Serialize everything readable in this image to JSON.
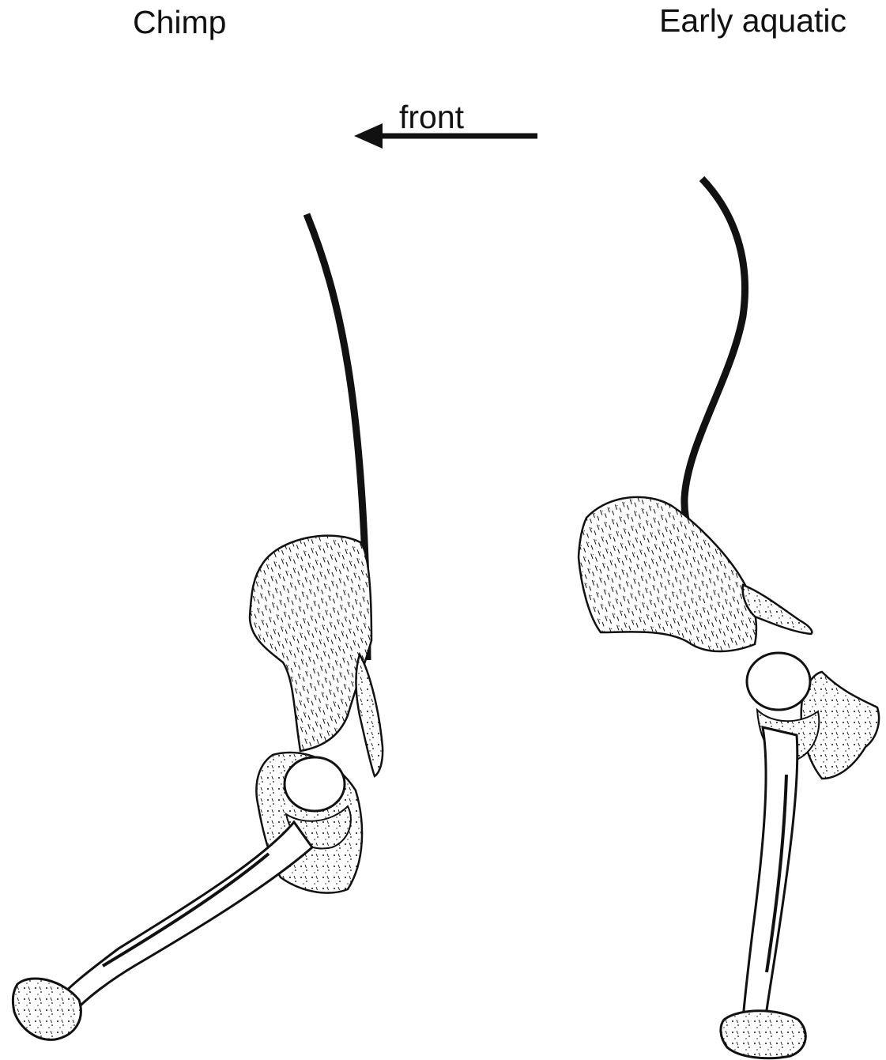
{
  "labels": {
    "left_figure": "Chimp",
    "right_figure": "Early aquatic",
    "direction": "front"
  },
  "icons": {
    "direction_arrow": "arrow-left-icon"
  },
  "colors": {
    "ink": "#111111",
    "bone_fill": "#ffffff",
    "background": "#ffffff"
  }
}
